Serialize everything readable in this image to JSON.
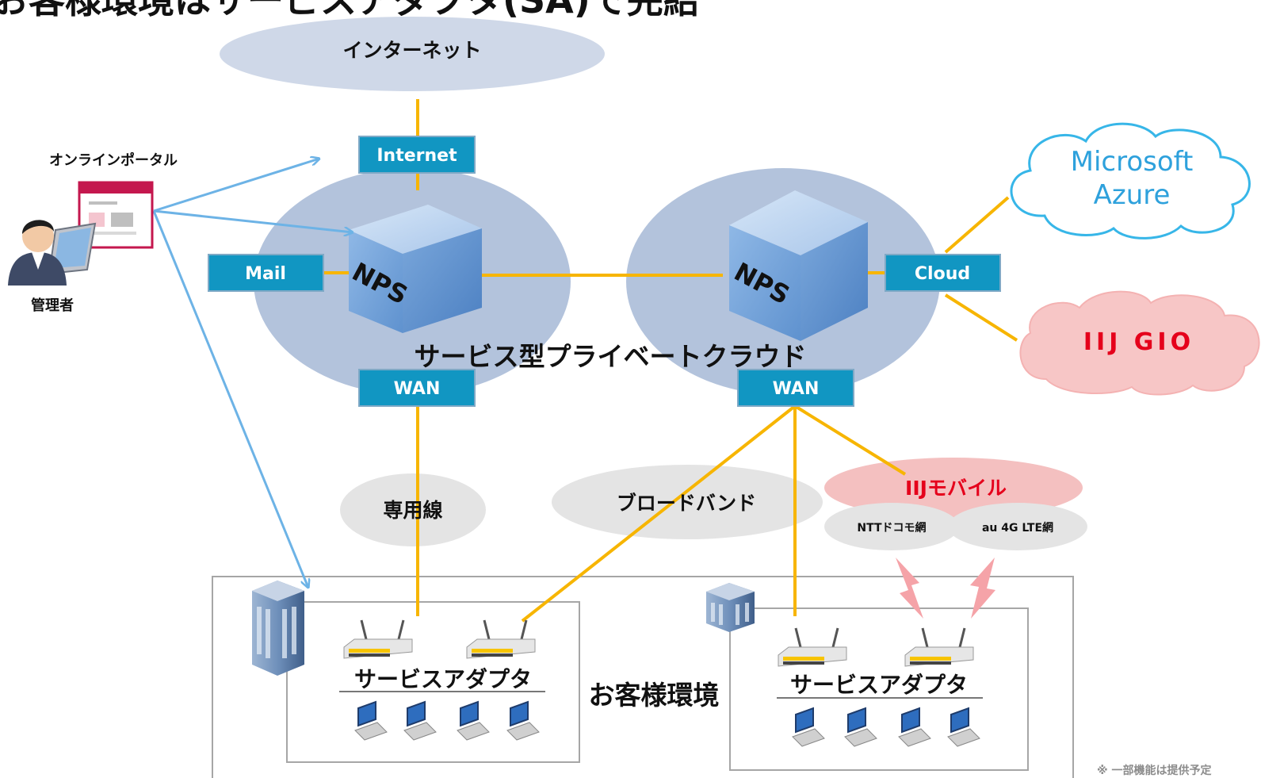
{
  "title_fragment": "お客様環境はサービスアダプタ(SA)で完結",
  "internet_label": "インターネット",
  "portal_label": "オンラインポータル",
  "admin_label": "管理者",
  "nodes": {
    "internet": "Internet",
    "mail": "Mail",
    "cloud": "Cloud",
    "wan_left": "WAN",
    "wan_right": "WAN",
    "nps_left": "NPS",
    "nps_right": "NPS"
  },
  "private_cloud_label": "サービス型プライベートクラウド",
  "clouds": {
    "azure_line1": "Microsoft",
    "azure_line2": "Azure",
    "iij_gio": "IIJ GIO"
  },
  "links": {
    "dedicated": "専用線",
    "broadband": "ブロードバンド",
    "mobile": "IIJモバイル",
    "ntt": "NTTドコモ網",
    "au": "au 4G LTE網"
  },
  "customer": {
    "env_label": "お客様環境",
    "sa_left": "サービスアダプタ",
    "sa_right": "サービスアダプタ"
  },
  "footnote": "※ 一部機能は提供予定",
  "colors": {
    "line": "#F7B500",
    "node_fill": "#1196C2",
    "arrow": "#6DB3E6",
    "ellipse": "#B3C3DC",
    "gray_bubble": "#E4E4E4",
    "mobile_bubble": "#F4C0C0",
    "brand_red": "#E5001B"
  }
}
